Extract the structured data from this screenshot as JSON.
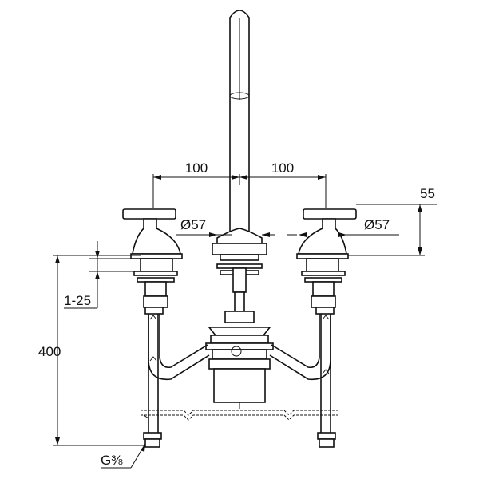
{
  "diagram": {
    "labels": {
      "width_left": "100",
      "width_right": "100",
      "height_handle": "55",
      "diam_left": "Ø57",
      "diam_right": "Ø57",
      "clamp_range": "1-25",
      "height_total": "400",
      "thread": "G⅜"
    },
    "colors": {
      "line": "#111111",
      "background": "#ffffff"
    }
  }
}
